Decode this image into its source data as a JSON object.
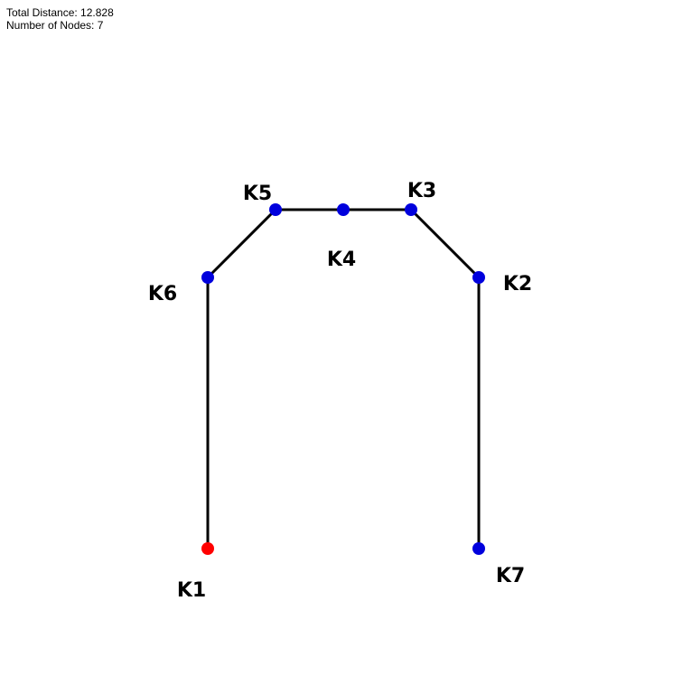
{
  "stats": {
    "total_distance_label": "Total Distance: 12.828",
    "node_count_label": "Number of Nodes: 7"
  },
  "colors": {
    "edge": "#000000",
    "start_node": "#ff0000",
    "node": "#0000dd"
  },
  "nodes": [
    {
      "id": "K1",
      "label": "K1",
      "x": 0,
      "y": 0,
      "start": true
    },
    {
      "id": "K2",
      "label": "K2",
      "x": 4,
      "y": 4,
      "start": false
    },
    {
      "id": "K3",
      "label": "K3",
      "x": 3,
      "y": 5,
      "start": false
    },
    {
      "id": "K4",
      "label": "K4",
      "x": 2,
      "y": 5,
      "start": false
    },
    {
      "id": "K5",
      "label": "K5",
      "x": 1,
      "y": 5,
      "start": false
    },
    {
      "id": "K6",
      "label": "K6",
      "x": 0,
      "y": 4,
      "start": false
    },
    {
      "id": "K7",
      "label": "K7",
      "x": 4,
      "y": 0,
      "start": false
    }
  ],
  "path": [
    "K1",
    "K6",
    "K5",
    "K4",
    "K3",
    "K2",
    "K7"
  ]
}
